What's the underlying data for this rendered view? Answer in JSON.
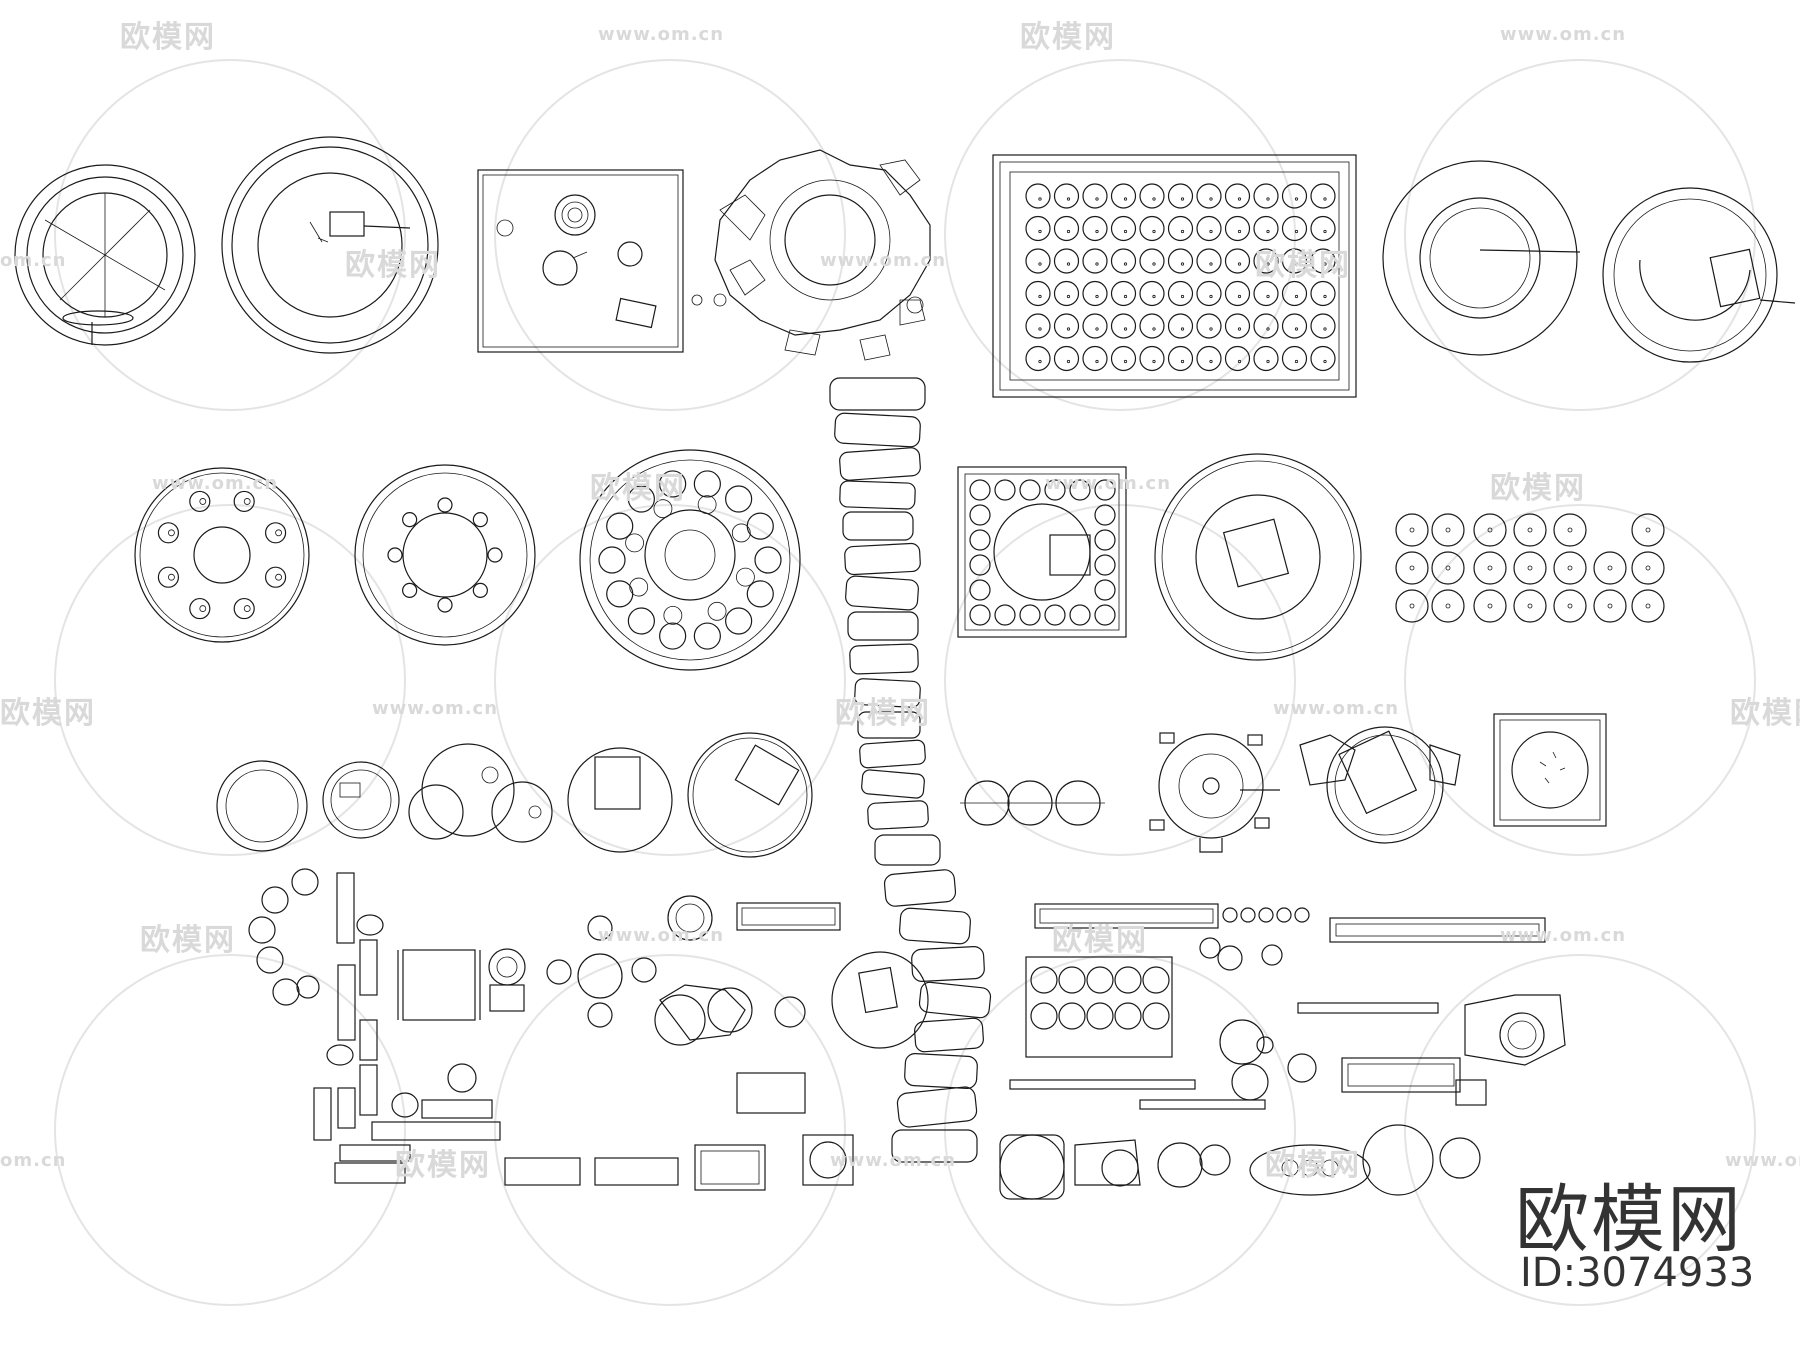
{
  "watermark": {
    "brand": "欧模网",
    "url": "www.om.cn",
    "url_short": "om.cn",
    "brand_partial": "欧模网"
  },
  "footer": {
    "logo_text": "欧模网",
    "id_text": "ID:3074933"
  },
  "colors": {
    "line": "#1a1a1a",
    "watermark": "#d9d9d9",
    "logo": "#333333",
    "background": "#ffffff"
  }
}
